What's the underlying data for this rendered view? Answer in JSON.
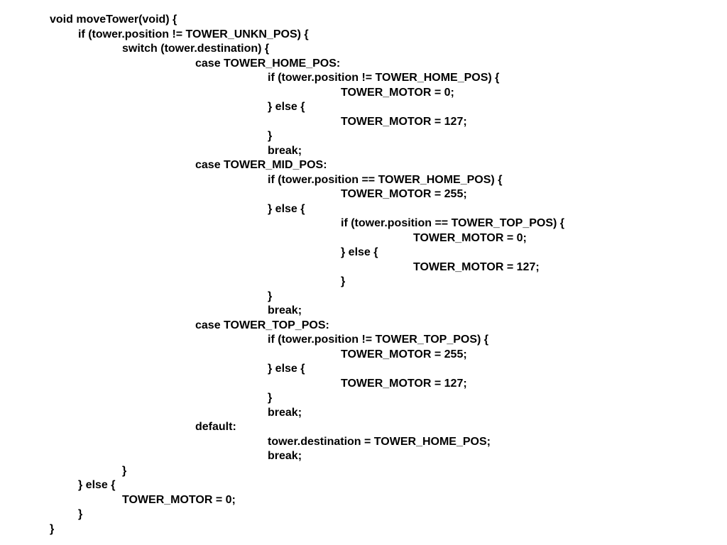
{
  "lines": [
    "void moveTower(void) {",
    "if (tower.position != TOWER_UNKN_POS) {",
    "switch (tower.destination) {",
    "case TOWER_HOME_POS:",
    "if (tower.position != TOWER_HOME_POS) {",
    "TOWER_MOTOR = 0;",
    "} else {",
    "TOWER_MOTOR = 127;",
    "}",
    "break;",
    "case TOWER_MID_POS:",
    "if (tower.position == TOWER_HOME_POS) {",
    "TOWER_MOTOR = 255;",
    "} else {",
    "if (tower.position == TOWER_TOP_POS) {",
    "TOWER_MOTOR = 0;",
    "} else {",
    "TOWER_MOTOR = 127;",
    "}",
    "}",
    "break;",
    "case TOWER_TOP_POS:",
    "if (tower.position != TOWER_TOP_POS) {",
    "TOWER_MOTOR = 255;",
    "} else {",
    "TOWER_MOTOR = 127;",
    "}",
    "break;",
    "default:",
    "tower.destination = TOWER_HOME_POS;",
    "break;",
    "}",
    "} else {",
    "TOWER_MOTOR = 0;",
    "}",
    "}"
  ]
}
